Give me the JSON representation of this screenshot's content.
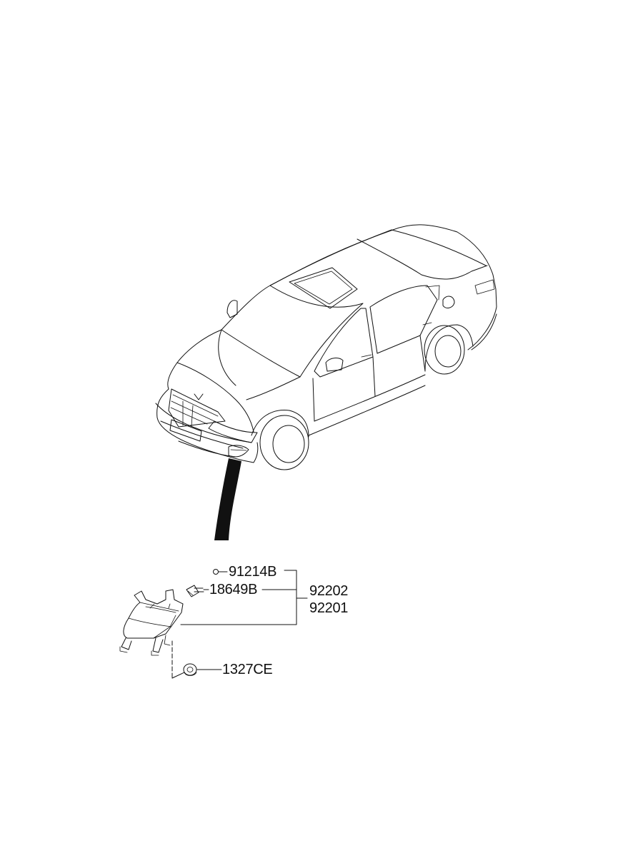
{
  "parts": {
    "p91214b": "91214B",
    "p18649b": "18649B",
    "p92202": "92202",
    "p92201": "92201",
    "p1327ce": "1327CE"
  }
}
